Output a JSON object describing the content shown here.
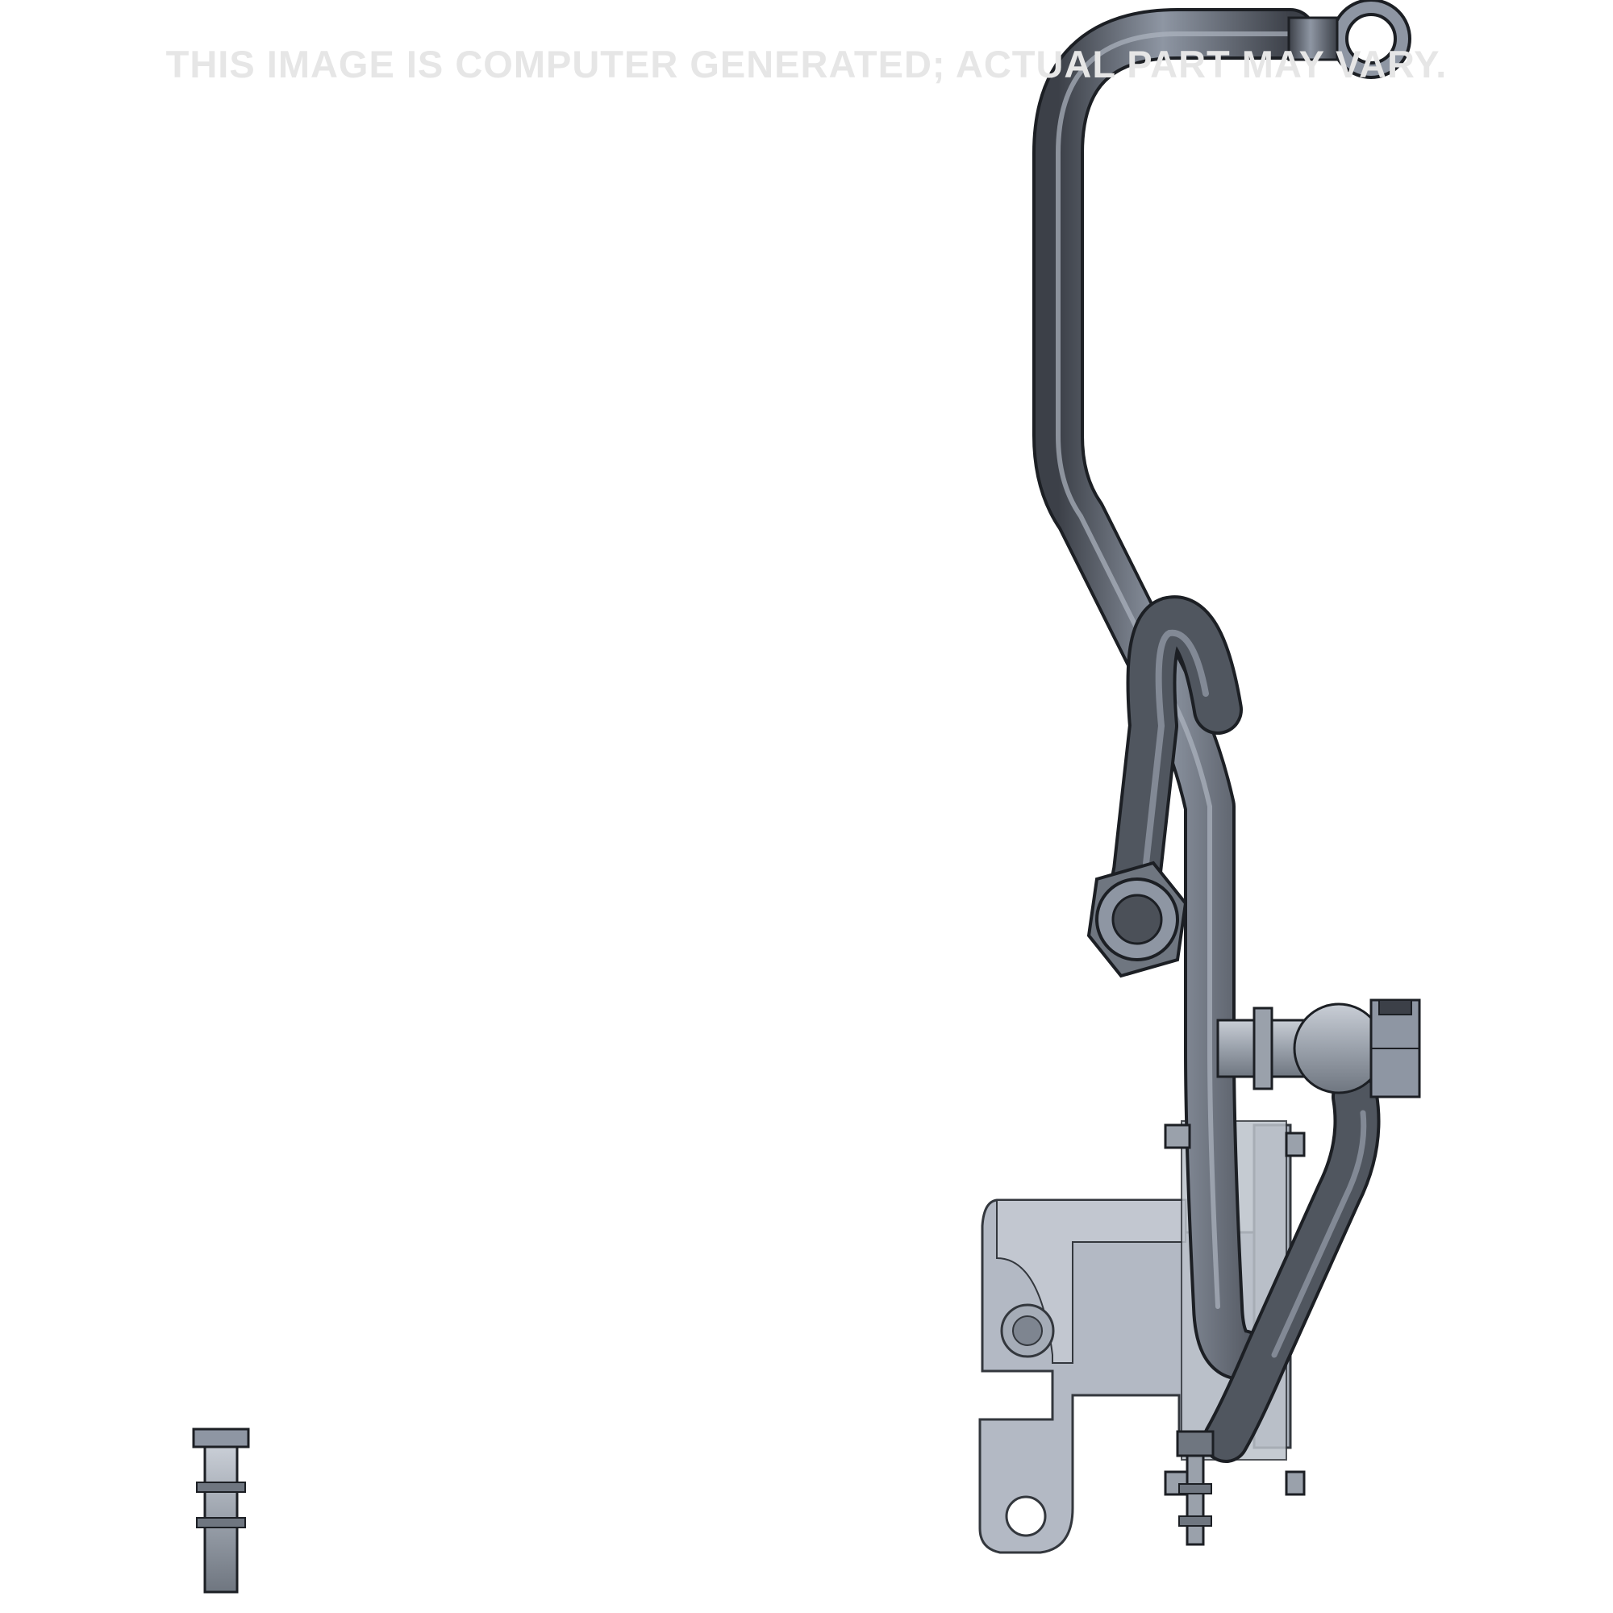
{
  "watermark": {
    "text": "THIS IMAGE IS COMPUTER GENERATED; ACTUAL PART MAY VARY."
  },
  "colors": {
    "background": "#ffffff",
    "watermark": "#e6e6e6",
    "tube_dark": "#4b5058",
    "tube_light": "#8e96a3",
    "tube_outline": "#1c1f24",
    "bracket_fill": "#b3b9c4",
    "bracket_outline": "#33373d",
    "fastener_fill": "#9aa1ab"
  },
  "parts": [
    {
      "name": "oil-return-tube-assembly"
    },
    {
      "name": "mounting-bracket"
    },
    {
      "name": "banjo-eye-fitting"
    },
    {
      "name": "flare-nut-fitting"
    },
    {
      "name": "elbow-fitting"
    },
    {
      "name": "loose-bolt-with-washers"
    }
  ]
}
